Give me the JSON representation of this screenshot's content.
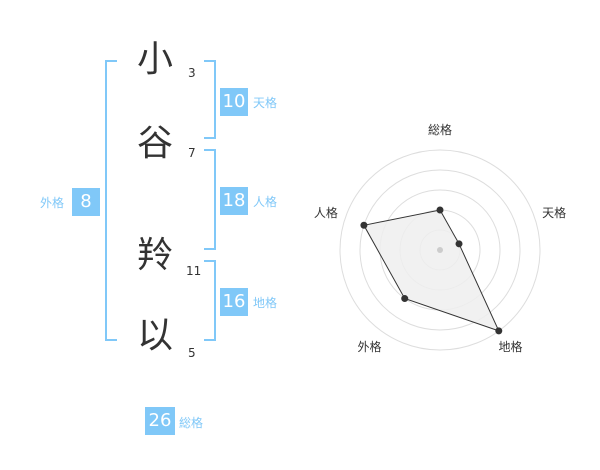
{
  "colors": {
    "accent": "#80c8f8",
    "label_text": "#80c8f8",
    "kanji_text": "#333333",
    "radar_grid": "#dddddd",
    "radar_fill": "#efefef",
    "radar_line": "#333333"
  },
  "name": {
    "chars": [
      {
        "char": "小",
        "strokes": "3"
      },
      {
        "char": "谷",
        "strokes": "7"
      },
      {
        "char": "羚",
        "strokes": "11"
      },
      {
        "char": "以",
        "strokes": "5"
      }
    ]
  },
  "fortunes": {
    "tenkaku": {
      "label": "天格",
      "value": "10"
    },
    "jinkaku": {
      "label": "人格",
      "value": "18"
    },
    "chikaku": {
      "label": "地格",
      "value": "16"
    },
    "gaikaku": {
      "label": "外格",
      "value": "8"
    },
    "soukaku": {
      "label": "総格",
      "value": "26"
    }
  },
  "chart_data": {
    "type": "radar",
    "axes": [
      "総格",
      "天格",
      "地格",
      "外格",
      "人格"
    ],
    "rings": 5,
    "range": [
      0,
      5
    ],
    "values": [
      2,
      1,
      5,
      3,
      4
    ],
    "grid": true
  }
}
